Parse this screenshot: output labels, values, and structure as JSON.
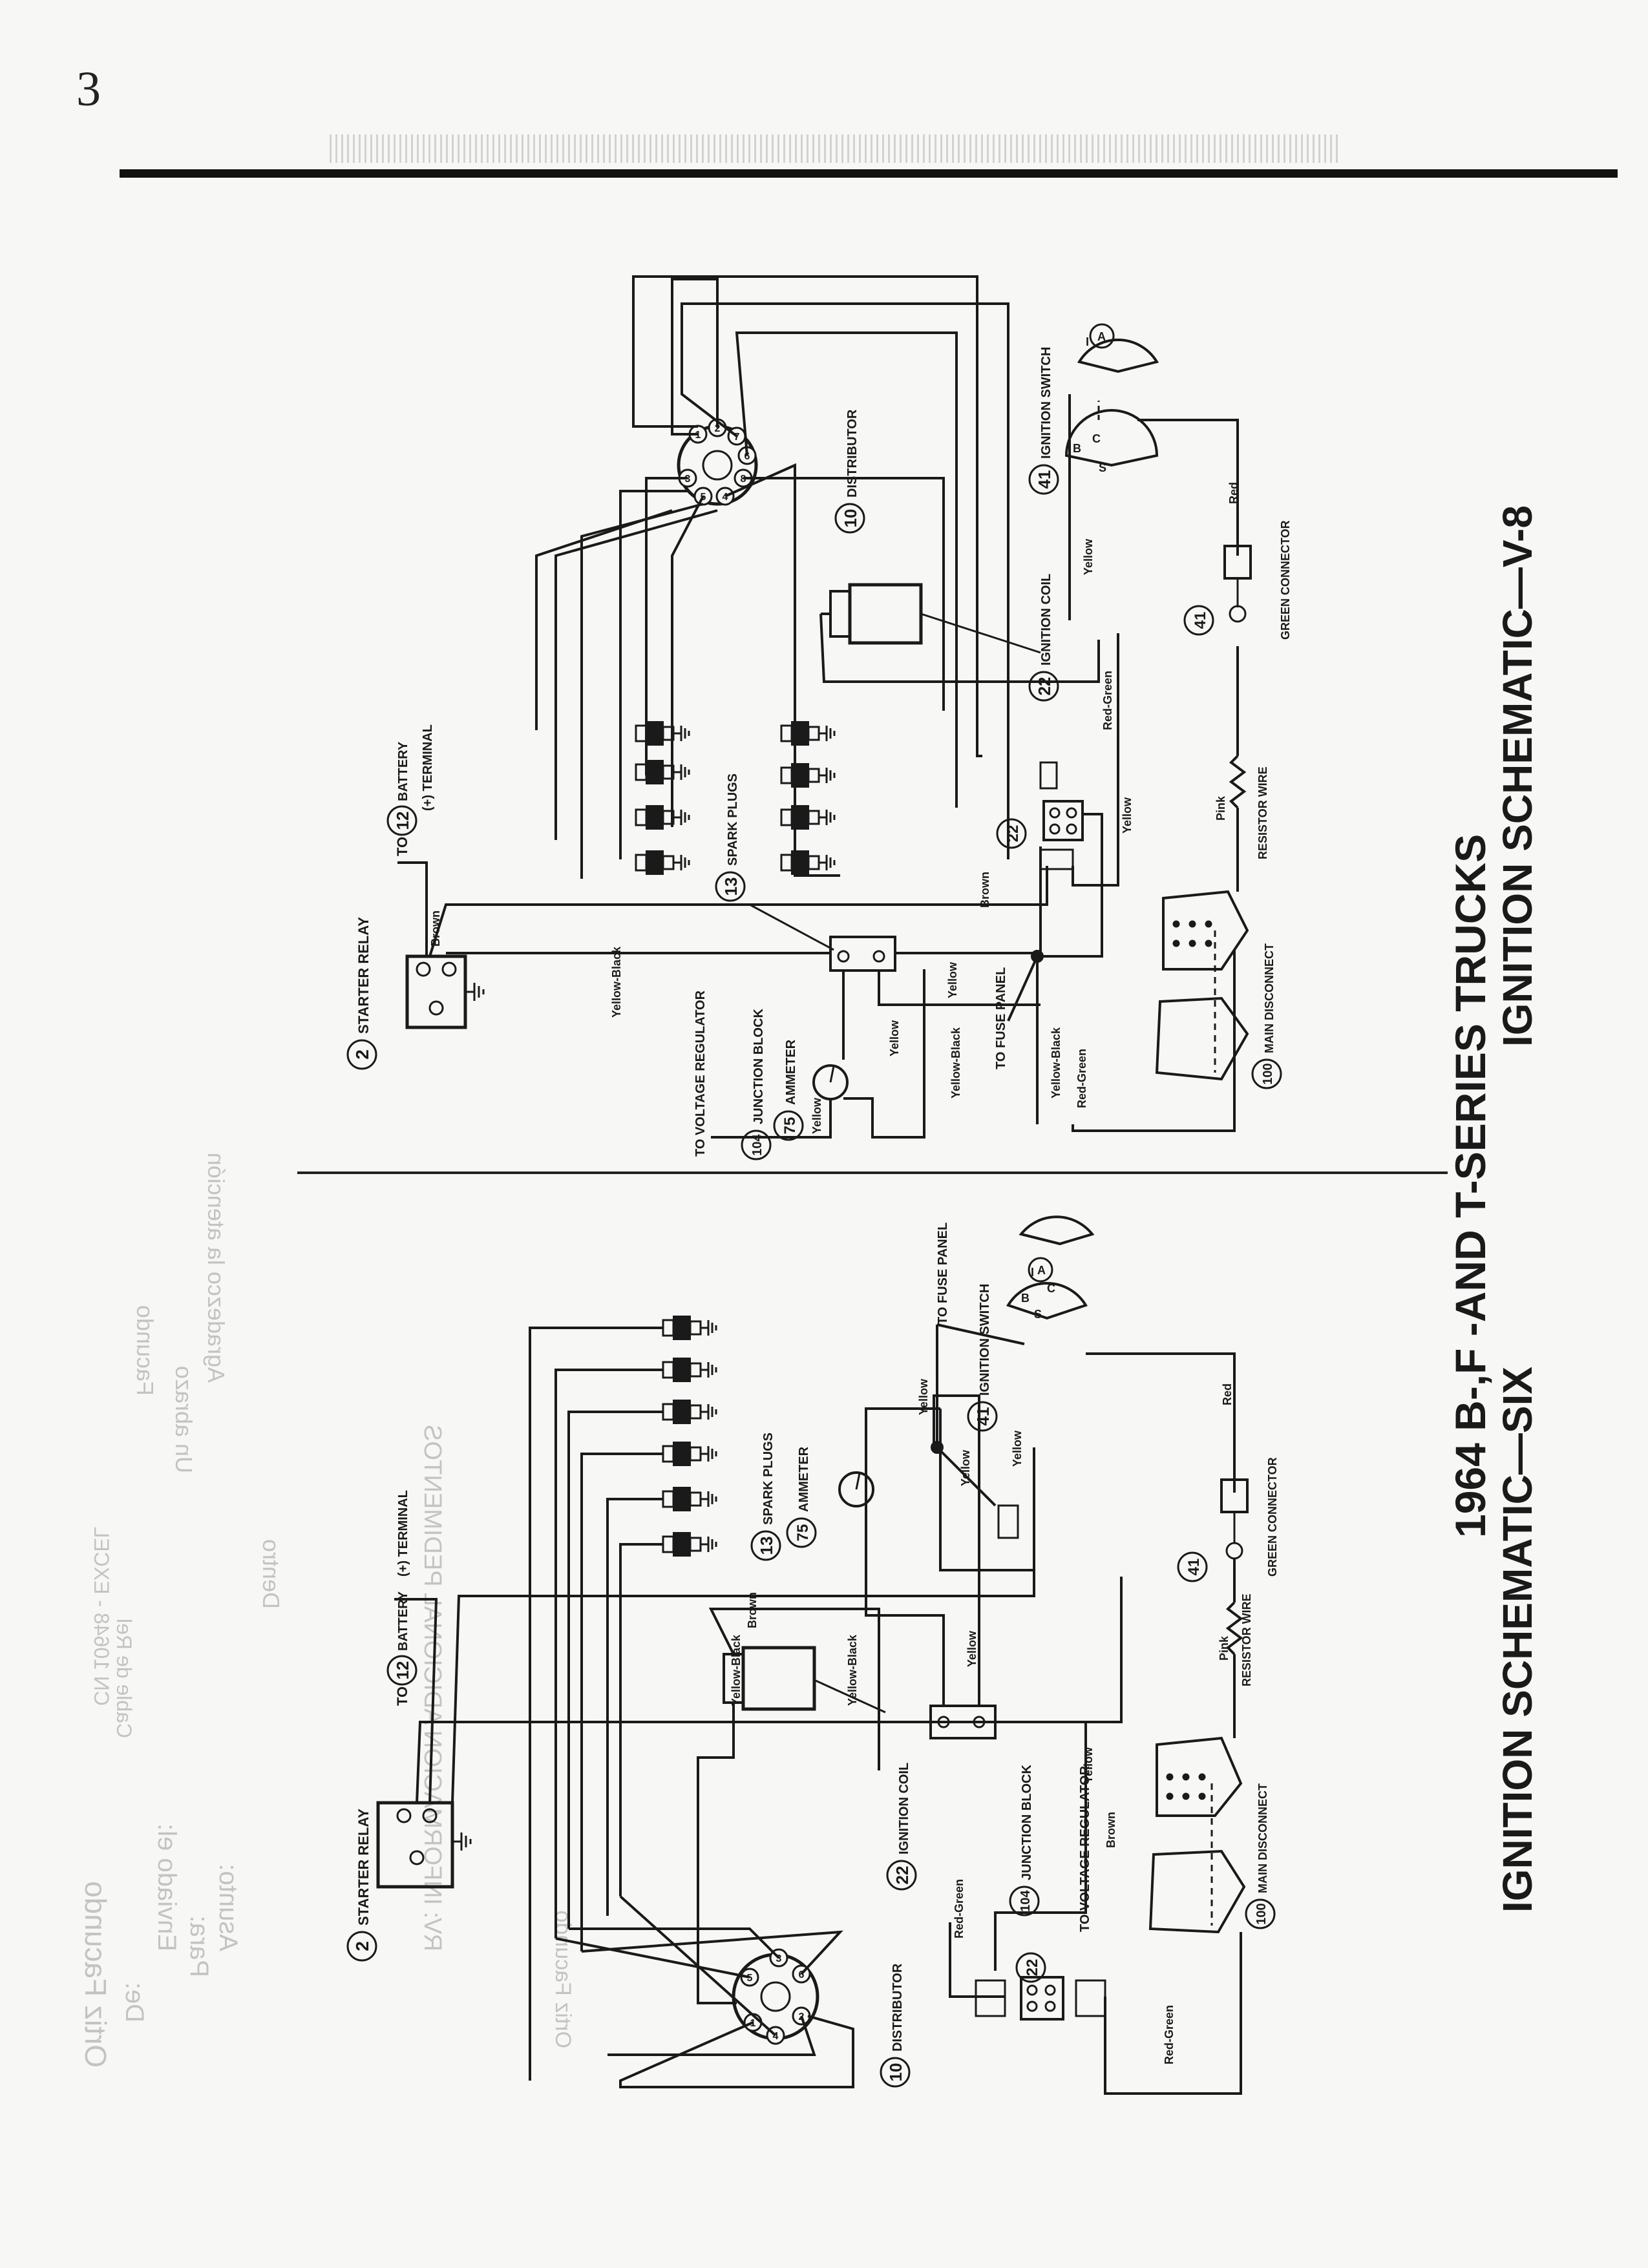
{
  "page_number": "3",
  "title": {
    "line1": "1964 B-,F -AND T-SERIES TRUCKS",
    "line2_v8": "IGNITION SCHEMATIC—V-8",
    "line2_six": "IGNITION SCHEMATIC—SIX"
  },
  "v8": {
    "starter_relay": {
      "num": "2",
      "label": "STARTER RELAY"
    },
    "battery": {
      "to": "TO",
      "num": "12",
      "label": "BATTERY",
      "terminal": "(+) TERMINAL"
    },
    "spark_plugs": {
      "num": "13",
      "label": "SPARK PLUGS"
    },
    "distributor": {
      "num": "10",
      "label": "DISTRIBUTOR",
      "cylinders": [
        "1",
        "2",
        "3",
        "4",
        "5",
        "6",
        "7",
        "8"
      ]
    },
    "ignition_coil": {
      "num": "22",
      "label": "IGNITION COIL"
    },
    "ignition_switch": {
      "num": "41",
      "label": "IGNITION SWITCH",
      "terminals": [
        "B",
        "C",
        "S",
        "I",
        "A"
      ]
    },
    "junction_block": {
      "num": "104",
      "label": "JUNCTION BLOCK"
    },
    "ammeter": {
      "num": "75",
      "label": "AMMETER"
    },
    "main_disconnect": {
      "num": "100",
      "label": "MAIN DISCONNECT"
    },
    "resistor_wire": {
      "label": "RESISTOR WIRE"
    },
    "green_connector": {
      "num": "41",
      "label": "GREEN CONNECTOR"
    },
    "connector_22": {
      "num": "22"
    },
    "to_voltage_regulator": "TO VOLTAGE REGULATOR",
    "to_fuse_panel": "TO FUSE PANEL",
    "wires": {
      "brown": "Brown",
      "yellow_black": "Yellow-Black",
      "yellow": "Yellow",
      "red_green": "Red-Green",
      "red": "Red",
      "pink": "Pink"
    }
  },
  "six": {
    "starter_relay": {
      "num": "2",
      "label": "STARTER RELAY"
    },
    "battery": {
      "to": "TO",
      "num": "12",
      "label": "BATTERY",
      "terminal": "(+) TERMINAL"
    },
    "spark_plugs": {
      "num": "13",
      "label": "SPARK PLUGS"
    },
    "distributor": {
      "num": "10",
      "label": "DISTRIBUTOR",
      "cylinders": [
        "1",
        "2",
        "3",
        "4",
        "5",
        "6"
      ]
    },
    "ignition_coil": {
      "num": "22",
      "label": "IGNITION COIL"
    },
    "ignition_switch": {
      "num": "41",
      "label": "IGNITION SWITCH",
      "terminals": [
        "B",
        "C",
        "S",
        "I",
        "A"
      ]
    },
    "junction_block": {
      "num": "104",
      "label": "JUNCTION BLOCK"
    },
    "ammeter": {
      "num": "75",
      "label": "AMMETER"
    },
    "main_disconnect": {
      "num": "100",
      "label": "MAIN DISCONNECT"
    },
    "resistor_wire": {
      "label": "RESISTOR WIRE"
    },
    "green_connector": {
      "num": "41",
      "label": "GREEN CONNECTOR"
    },
    "connector_22": {
      "num": "22"
    },
    "to_voltage_regulator": "TO VOLTAGE REGULATOR",
    "to_fuse_panel": "TO FUSE PANEL",
    "wires": {
      "brown": "Brown",
      "yellow_black": "Yellow-Black",
      "yellow": "Yellow",
      "red_green": "Red-Green",
      "red": "Red",
      "pink": "Pink"
    }
  },
  "bleed_through": {
    "name_big": "Ortiz Facundo",
    "de": "De:",
    "enviado": "Enviado el:",
    "para": "Para:",
    "asunto": "Asunto:",
    "name_small": "Facundo",
    "un_abrazo": "Un abrazo",
    "agradezco": "Agradezco la atención",
    "dentro": "Dentro",
    "ortiz_row": "Ortiz Facundo",
    "rv_line": "RV: INFORMACION ADICIONAL PEDIMENTOS",
    "ident": "CN 10648 - EXCEL",
    "cable": "Cable de Rel"
  },
  "colors": {
    "ink": "#1a1a1a",
    "paper": "#f7f7f5"
  }
}
